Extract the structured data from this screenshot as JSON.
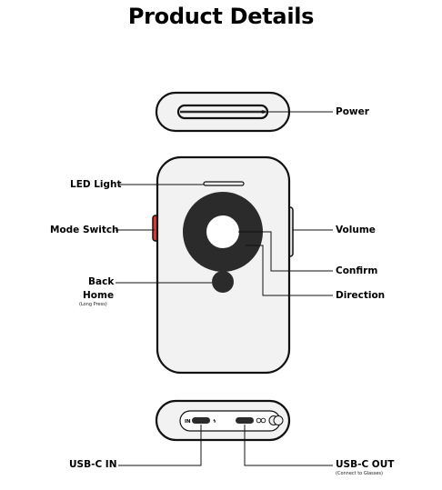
{
  "title": "Product Details",
  "labels": {
    "power": "Power",
    "led_light": "LED Light",
    "mode_switch": "Mode Switch",
    "volume": "Volume",
    "confirm": "Confirm",
    "back": "Back",
    "home": "Home",
    "home_note": "(Long Press)",
    "direction": "Direction",
    "usbc_in": "USB-C IN",
    "usbc_out": "USB-C OUT",
    "usbc_out_note": "(Connect to Glasses)",
    "port_in_text": "IN",
    "port_in_mark": "ϟ"
  },
  "colors": {
    "device_fill": "#f2f2f2",
    "outline": "#111111",
    "dark_control": "#2b2b2b",
    "mode_switch": "#d83a3a",
    "background": "#ffffff"
  },
  "icons": [
    "power-slot-icon",
    "led-strip-icon",
    "direction-ring-icon",
    "back-button-icon",
    "glasses-icon",
    "lightning-icon"
  ]
}
